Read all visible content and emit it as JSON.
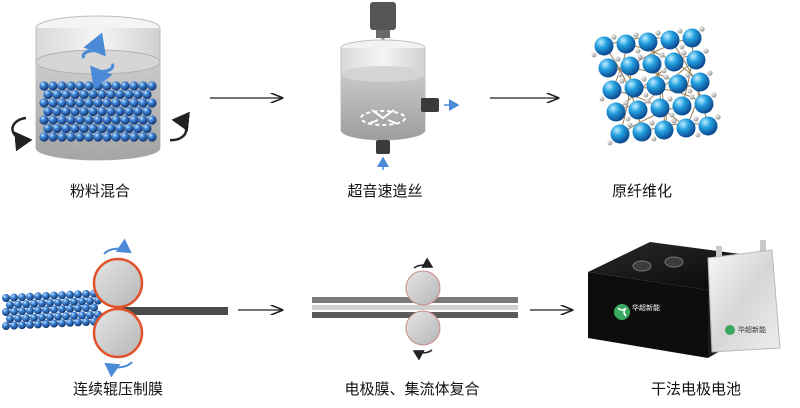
{
  "steps": {
    "s1": "粉料混合",
    "s2": "超音速造丝",
    "s3": "原纤维化",
    "s4": "连续辊压制膜",
    "s5": "电极膜、集流体复合",
    "s6": "干法电极电池"
  },
  "brand": {
    "box_logo": "华超新能",
    "cell_logo": "华超新能"
  },
  "colors": {
    "particle": "#2c6fc4",
    "particle_dark": "#0f2f6b",
    "roller_outline": "#e0522a",
    "arrow_blue": "#4a8ad6",
    "battery_box": "#111111",
    "logo_green": "#3aa860"
  },
  "icons": [
    "rotation-arrow-icon",
    "flow-arrow-icon",
    "roller-rotation-icon",
    "logo-icon"
  ]
}
